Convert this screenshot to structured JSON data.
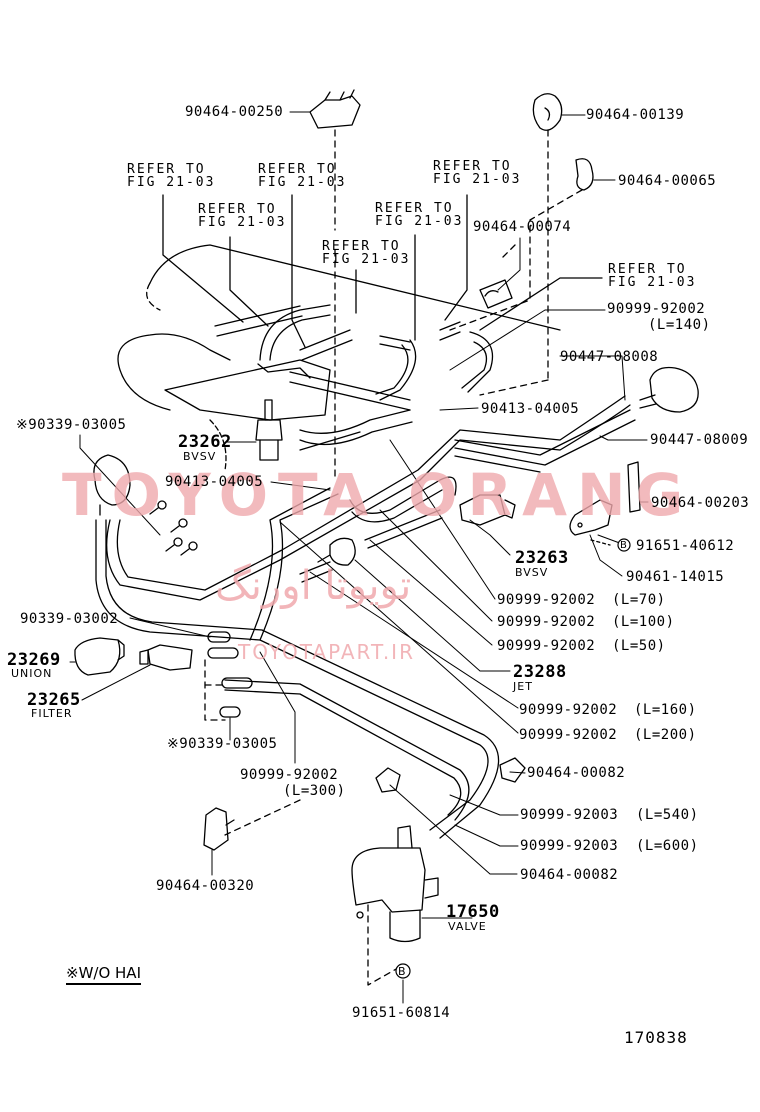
{
  "diagram": {
    "type": "parts-exploded-view",
    "figure_number": "170838",
    "legend_note": "※W/O HAI",
    "watermarks": {
      "brand": "TOYOTA ORANG",
      "persian": "تویوتا اورنگ",
      "site": "TOYOTAPART.IR"
    },
    "refer_text": {
      "line1": "REFER TO",
      "line2": "FIG 21-03"
    },
    "parts": [
      {
        "id": "p1",
        "number": "90464-00250",
        "desc": ""
      },
      {
        "id": "p2",
        "number": "90464-00139",
        "desc": ""
      },
      {
        "id": "p3",
        "number": "90464-00065",
        "desc": ""
      },
      {
        "id": "p4",
        "number": "90464-00074",
        "desc": ""
      },
      {
        "id": "p5",
        "number": "90999-92002",
        "desc": "(L=140)"
      },
      {
        "id": "p6",
        "number": "90447-08008",
        "desc": ""
      },
      {
        "id": "p7",
        "number": "90413-04005",
        "desc": ""
      },
      {
        "id": "p8",
        "number": "90447-08009",
        "desc": ""
      },
      {
        "id": "p9",
        "number": "※90339-03005",
        "desc": ""
      },
      {
        "id": "p10",
        "number": "23262",
        "desc": "BVSV"
      },
      {
        "id": "p11",
        "number": "90413-04005",
        "desc": ""
      },
      {
        "id": "p12",
        "number": "90464-00203",
        "desc": ""
      },
      {
        "id": "p13",
        "number": "91651-40612",
        "desc": ""
      },
      {
        "id": "p14",
        "number": "23263",
        "desc": "BVSV"
      },
      {
        "id": "p15",
        "number": "90461-14015",
        "desc": ""
      },
      {
        "id": "p16",
        "number": "90999-92002",
        "desc": "(L=70)"
      },
      {
        "id": "p17",
        "number": "90999-92002",
        "desc": "(L=100)"
      },
      {
        "id": "p18",
        "number": "90339-03002",
        "desc": ""
      },
      {
        "id": "p19",
        "number": "90999-92002",
        "desc": "(L=50)"
      },
      {
        "id": "p20",
        "number": "23269",
        "desc": "UNION"
      },
      {
        "id": "p21",
        "number": "23288",
        "desc": "JET"
      },
      {
        "id": "p22",
        "number": "23265",
        "desc": "FILTER"
      },
      {
        "id": "p23",
        "number": "90999-92002",
        "desc": "(L=160)"
      },
      {
        "id": "p24",
        "number": "90999-92002",
        "desc": "(L=200)"
      },
      {
        "id": "p25",
        "number": "※90339-03005",
        "desc": ""
      },
      {
        "id": "p26",
        "number": "90999-92002",
        "desc": "(L=300)"
      },
      {
        "id": "p27",
        "number": "90464-00082",
        "desc": ""
      },
      {
        "id": "p28",
        "number": "90999-92003",
        "desc": "(L=540)"
      },
      {
        "id": "p29",
        "number": "90999-92003",
        "desc": "(L=600)"
      },
      {
        "id": "p30",
        "number": "90464-00082",
        "desc": ""
      },
      {
        "id": "p31",
        "number": "90464-00320",
        "desc": ""
      },
      {
        "id": "p32",
        "number": "17650",
        "desc": "VALVE"
      },
      {
        "id": "p33",
        "number": "91651-60814",
        "desc": ""
      }
    ],
    "bolt_marker": "B"
  }
}
